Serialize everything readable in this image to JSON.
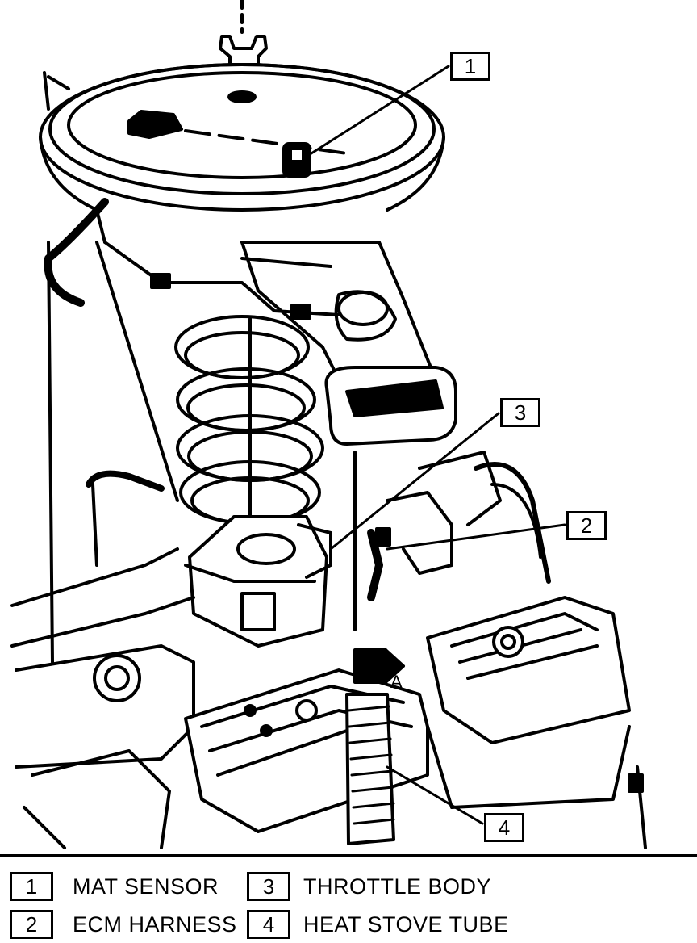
{
  "callouts": [
    {
      "number": "1"
    },
    {
      "number": "2"
    },
    {
      "number": "3"
    },
    {
      "number": "4"
    }
  ],
  "view_marker": "A",
  "legend": [
    {
      "number": "1",
      "label": "MAT SENSOR"
    },
    {
      "number": "2",
      "label": "ECM HARNESS"
    },
    {
      "number": "3",
      "label": "THROTTLE BODY"
    },
    {
      "number": "4",
      "label": "HEAT STOVE TUBE"
    }
  ]
}
